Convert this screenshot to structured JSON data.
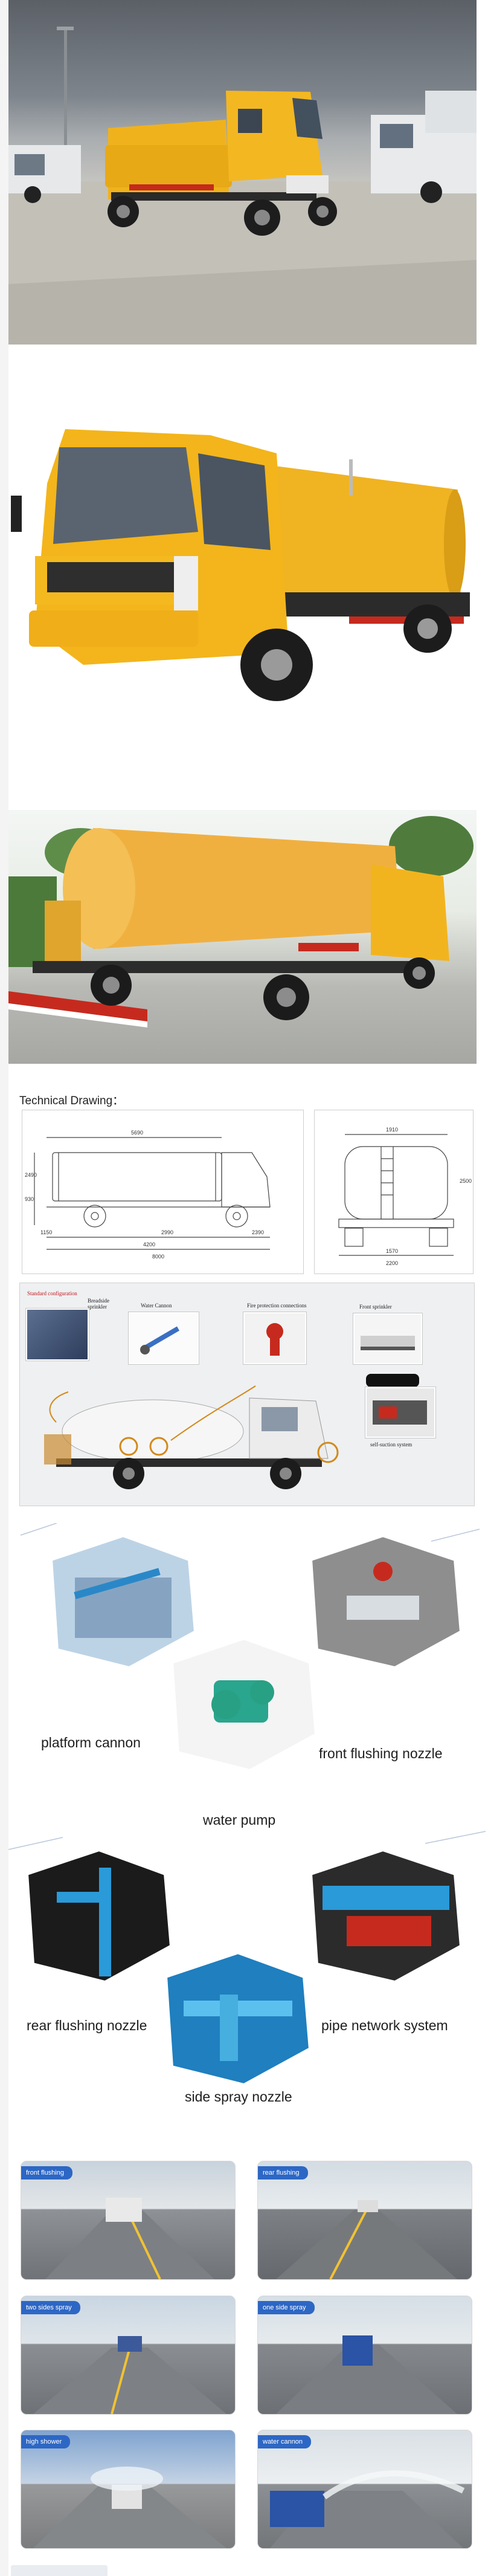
{
  "technical_heading": "Technical Drawing：",
  "drawing": {
    "side_dims": [
      "5690",
      "2990",
      "4200",
      "8000",
      "1150",
      "2390",
      "2490",
      "930"
    ],
    "rear_dims": [
      "1910",
      "2500",
      "1570",
      "2200"
    ]
  },
  "config": {
    "standard_label": "Standard configuration",
    "breadside_label": "Breadside sprinkler",
    "cannon_label": "Water Cannon",
    "fire_label": "Fire protection connections",
    "front_label": "Front sprinkler",
    "suction_label": "self-suction system"
  },
  "hex_labels": {
    "platform_cannon": "platform cannon",
    "front_flushing": "front flushing nozzle",
    "water_pump": "water pump",
    "rear_flushing": "rear flushing nozzle",
    "pipe_network": "pipe network system",
    "side_spray": "side spray nozzle"
  },
  "road_tags": [
    "front flushing",
    "rear flushing",
    "two sides spray",
    "one side spray",
    "high shower",
    "water cannon"
  ],
  "colors": {
    "truck_yellow": "#f2b418",
    "truck_red": "#c62a1e",
    "tag_blue": "#2d67c5",
    "pipe_blue": "#2a9ad8"
  }
}
